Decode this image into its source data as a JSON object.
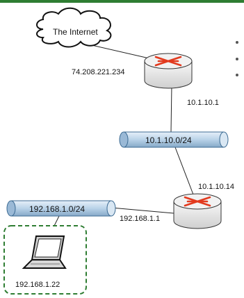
{
  "internet": {
    "label": "The Internet"
  },
  "router1": {
    "wan_ip": "74.208.221.234",
    "lan_ip": "10.1.10.1"
  },
  "network1": {
    "label": "10.1.10.0/24"
  },
  "router2": {
    "wan_ip": "10.1.10.14",
    "lan_ip": "192.168.1.1"
  },
  "network2": {
    "label": "192.168.1.0/24"
  },
  "laptop": {
    "ip": "192.168.1.22"
  },
  "colors": {
    "accent": "#2e7d32",
    "pipe": "#bcd5ea",
    "router_arrow": "#e23a1e",
    "router_body": "#e9e9e9"
  }
}
